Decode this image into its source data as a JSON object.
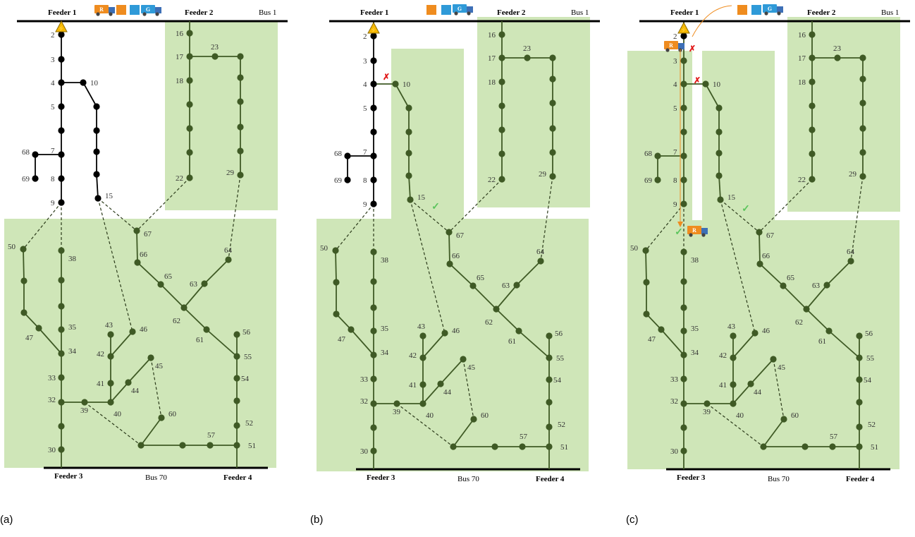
{
  "colors": {
    "line": "#3f5a25",
    "node": "#3f5a25",
    "energized": "#000000",
    "zone": "#cfe6b8",
    "bus": "#000000",
    "truck_r": "#ef8c1f",
    "truck_g": "#2f9ad8",
    "open_switch": "#e01818",
    "closed_switch": "#5cc45c",
    "route": "#ef8c1f",
    "fault": "#f5b800"
  },
  "icons": {
    "fault": "lightning-bolt-icon",
    "truck_r": "repair-truck-icon",
    "truck_g": "generator-truck-icon",
    "open": "red-x-icon",
    "closed": "green-check-icon"
  },
  "labels": {
    "feeder1": "Feeder 1",
    "feeder2": "Feeder 2",
    "feeder3": "Feeder 3",
    "feeder4": "Feeder 4",
    "bus1": "Bus 1",
    "bus70": "Bus 70",
    "truck_r_letter": "R",
    "truck_g_letter": "G"
  },
  "panels": [
    {
      "caption": "(a)"
    },
    {
      "caption": "(b)"
    },
    {
      "caption": "(c)"
    }
  ],
  "nodes": [
    {
      "id": "2"
    },
    {
      "id": "3"
    },
    {
      "id": "4"
    },
    {
      "id": "5"
    },
    {
      "id": "6"
    },
    {
      "id": "7"
    },
    {
      "id": "8"
    },
    {
      "id": "9"
    },
    {
      "id": "10"
    },
    {
      "id": "11"
    },
    {
      "id": "12"
    },
    {
      "id": "13"
    },
    {
      "id": "14"
    },
    {
      "id": "15"
    },
    {
      "id": "16"
    },
    {
      "id": "17"
    },
    {
      "id": "18"
    },
    {
      "id": "19"
    },
    {
      "id": "20"
    },
    {
      "id": "21"
    },
    {
      "id": "22"
    },
    {
      "id": "23"
    },
    {
      "id": "24"
    },
    {
      "id": "25"
    },
    {
      "id": "26"
    },
    {
      "id": "27"
    },
    {
      "id": "28"
    },
    {
      "id": "29"
    },
    {
      "id": "30"
    },
    {
      "id": "31"
    },
    {
      "id": "32"
    },
    {
      "id": "33"
    },
    {
      "id": "34"
    },
    {
      "id": "35"
    },
    {
      "id": "36"
    },
    {
      "id": "37"
    },
    {
      "id": "38"
    },
    {
      "id": "39"
    },
    {
      "id": "40"
    },
    {
      "id": "41"
    },
    {
      "id": "42"
    },
    {
      "id": "43"
    },
    {
      "id": "44"
    },
    {
      "id": "45"
    },
    {
      "id": "46"
    },
    {
      "id": "47"
    },
    {
      "id": "48"
    },
    {
      "id": "49"
    },
    {
      "id": "50"
    },
    {
      "id": "51"
    },
    {
      "id": "52"
    },
    {
      "id": "53"
    },
    {
      "id": "54"
    },
    {
      "id": "55"
    },
    {
      "id": "56"
    },
    {
      "id": "57"
    },
    {
      "id": "58"
    },
    {
      "id": "59"
    },
    {
      "id": "60"
    },
    {
      "id": "61"
    },
    {
      "id": "62"
    },
    {
      "id": "63"
    },
    {
      "id": "64"
    },
    {
      "id": "65"
    },
    {
      "id": "66"
    },
    {
      "id": "67"
    },
    {
      "id": "68"
    },
    {
      "id": "69"
    }
  ],
  "visible_node_labels": [
    "2",
    "3",
    "4",
    "5",
    "7",
    "8",
    "9",
    "10",
    "15",
    "16",
    "17",
    "18",
    "22",
    "23",
    "29",
    "30",
    "32",
    "33",
    "34",
    "35",
    "38",
    "39",
    "40",
    "41",
    "42",
    "43",
    "44",
    "45",
    "46",
    "47",
    "50",
    "51",
    "52",
    "54",
    "55",
    "56",
    "57",
    "60",
    "61",
    "62",
    "63",
    "64",
    "65",
    "66",
    "67",
    "68",
    "69"
  ],
  "edges": [
    [
      "2",
      "3"
    ],
    [
      "3",
      "4"
    ],
    [
      "4",
      "5"
    ],
    [
      "5",
      "6"
    ],
    [
      "6",
      "7"
    ],
    [
      "7",
      "8"
    ],
    [
      "8",
      "9"
    ],
    [
      "7",
      "68"
    ],
    [
      "68",
      "69"
    ],
    [
      "4",
      "10"
    ],
    [
      "10",
      "11"
    ],
    [
      "11",
      "12"
    ],
    [
      "12",
      "13"
    ],
    [
      "13",
      "14"
    ],
    [
      "14",
      "15"
    ],
    [
      "16",
      "17"
    ],
    [
      "17",
      "18"
    ],
    [
      "18",
      "19"
    ],
    [
      "19",
      "20"
    ],
    [
      "20",
      "21"
    ],
    [
      "21",
      "22"
    ],
    [
      "17",
      "23"
    ],
    [
      "23",
      "24"
    ],
    [
      "24",
      "25"
    ],
    [
      "25",
      "26"
    ],
    [
      "26",
      "27"
    ],
    [
      "27",
      "28"
    ],
    [
      "28",
      "29"
    ],
    [
      "30",
      "31"
    ],
    [
      "31",
      "32"
    ],
    [
      "32",
      "33"
    ],
    [
      "33",
      "34"
    ],
    [
      "34",
      "35"
    ],
    [
      "35",
      "36"
    ],
    [
      "36",
      "37"
    ],
    [
      "37",
      "38"
    ],
    [
      "34",
      "47"
    ],
    [
      "47",
      "48"
    ],
    [
      "48",
      "49"
    ],
    [
      "49",
      "50"
    ],
    [
      "32",
      "39"
    ],
    [
      "39",
      "40"
    ],
    [
      "40",
      "41"
    ],
    [
      "41",
      "42"
    ],
    [
      "42",
      "43"
    ],
    [
      "42",
      "46"
    ],
    [
      "40",
      "44"
    ],
    [
      "44",
      "45"
    ],
    [
      "67",
      "66"
    ],
    [
      "66",
      "65"
    ],
    [
      "65",
      "62"
    ],
    [
      "62",
      "63"
    ],
    [
      "63",
      "64"
    ],
    [
      "62",
      "61"
    ],
    [
      "61",
      "55"
    ],
    [
      "56",
      "55"
    ],
    [
      "55",
      "54"
    ],
    [
      "54",
      "53"
    ],
    [
      "53",
      "52"
    ],
    [
      "52",
      "51"
    ],
    [
      "51",
      "57"
    ],
    [
      "57",
      "58"
    ],
    [
      "58",
      "59"
    ],
    [
      "59",
      "60"
    ]
  ],
  "tie_lines": [
    [
      "9",
      "50"
    ],
    [
      "9",
      "38"
    ],
    [
      "15",
      "67"
    ],
    [
      "15",
      "46"
    ],
    [
      "22",
      "67"
    ],
    [
      "29",
      "64"
    ],
    [
      "39",
      "59"
    ],
    [
      "45",
      "60"
    ]
  ]
}
